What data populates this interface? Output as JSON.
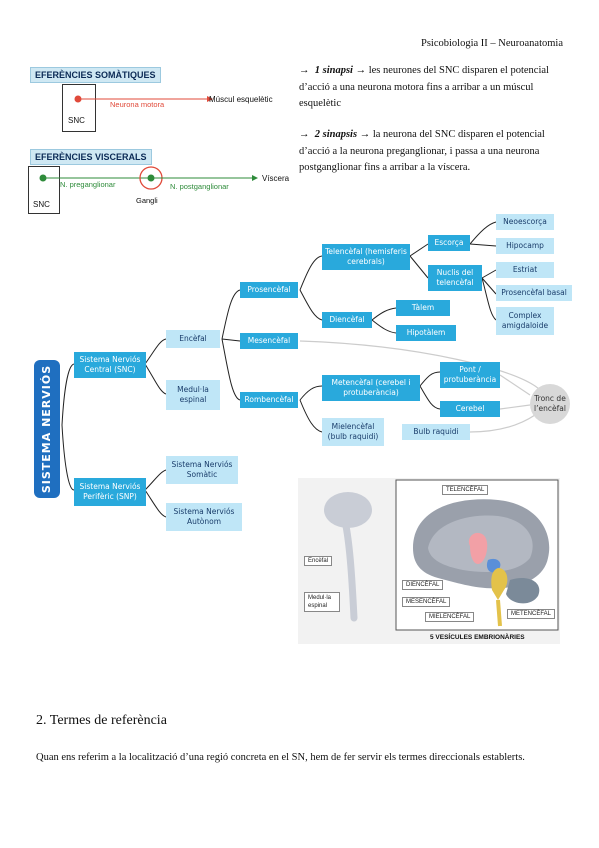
{
  "header": {
    "course": "Psicobiologia II – Neuroanatomia"
  },
  "somatic": {
    "title": "EFERÈNCIES SOMÀTIQUES",
    "snc": "SNC",
    "neuron": "Neurona motora",
    "target": "Múscul esquelètic"
  },
  "visceral": {
    "title": "EFERÈNCIES VISCERALS",
    "snc": "SNC",
    "pre": "N. preganglionar",
    "post": "N. postganglionar",
    "ganglion": "Gangli",
    "target": "Víscera"
  },
  "notes": [
    {
      "arrow": "→",
      "bold": "1 sinapsi",
      "rest": " → les neurones del SNC disparen el potencial d’acció a una neurona motora fins a arribar a un múscul esquelètic"
    },
    {
      "arrow": "→",
      "bold": "2 sinapsis",
      "rest": " → la neurona del SNC disparen el potencial d’acció a la neurona preganglionar, i passa a una neurona postganglionar fins a arribar a la víscera."
    }
  ],
  "diagram": {
    "root": "SISTEMA NERVIÓS",
    "snc": "Sistema Nerviós Central (SNC)",
    "snp": "Sistema Nerviós Perifèric (SNP)",
    "encefal": "Encèfal",
    "medula": "Medul·la espinal",
    "somatic": "Sistema Nerviós Somàtic",
    "autonom": "Sistema Nerviós Autònom",
    "prosencefal": "Prosencèfal",
    "mesencefal": "Mesencèfal",
    "rombencefal": "Rombencèfal",
    "telencefal": "Telencèfal (hemisferis cerebrals)",
    "diencefal": "Diencèfal",
    "metencefal": "Metencèfal (cerebel i protuberància)",
    "mielencefal": "Mielencèfal (bulb raquidi)",
    "escorca": "Escorça",
    "nuclis": "Nuclis del telencèfal",
    "talem": "Tàlem",
    "hipotalem": "Hipotàlem",
    "pont": "Pont / protuberància",
    "cerebel": "Cerebel",
    "bulb": "Bulb raquidi",
    "neoescorca": "Neoescorça",
    "hipocamp": "Hipocamp",
    "estriat": "Estriat",
    "prosbasal": "Prosencèfal basal",
    "complex": "Complex amigdaloide",
    "tronc": "Tronc de l’encèfal"
  },
  "figure": {
    "telencefal": "TELENCÈFAL",
    "diencefal": "DIENCÈFAL",
    "mesencefal": "MESENCÈFAL",
    "mielencefal": "MIELENCÈFAL",
    "metencefal": "METENCÈFAL",
    "encefal": "Encèfal",
    "medula": "Medul·la espinal",
    "caption": "5 VESÍCULES EMBRIONÀRIES"
  },
  "section": {
    "title": "2.  Termes de referència",
    "text": "Quan ens referim a la localització d’una regió concreta en el SN, hem de fer servir els termes direccionals establerts."
  }
}
